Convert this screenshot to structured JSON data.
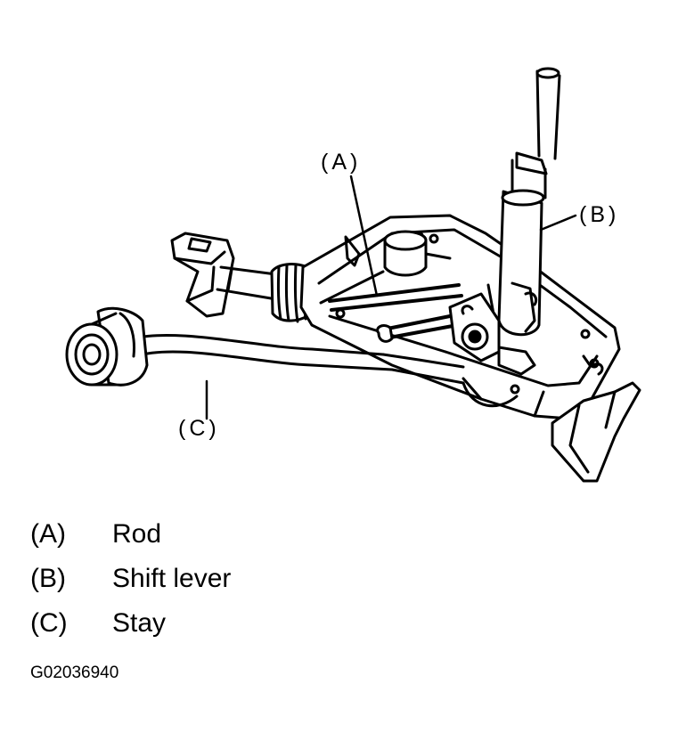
{
  "callouts": {
    "a": "(A)",
    "b": "(B)",
    "c": "(C)"
  },
  "legend": [
    {
      "key": "(A)",
      "label": "Rod"
    },
    {
      "key": "(B)",
      "label": "Shift lever"
    },
    {
      "key": "(C)",
      "label": "Stay"
    }
  ],
  "figure_code": "G02036940",
  "colors": {
    "ink": "#000000",
    "paper": "#ffffff"
  }
}
